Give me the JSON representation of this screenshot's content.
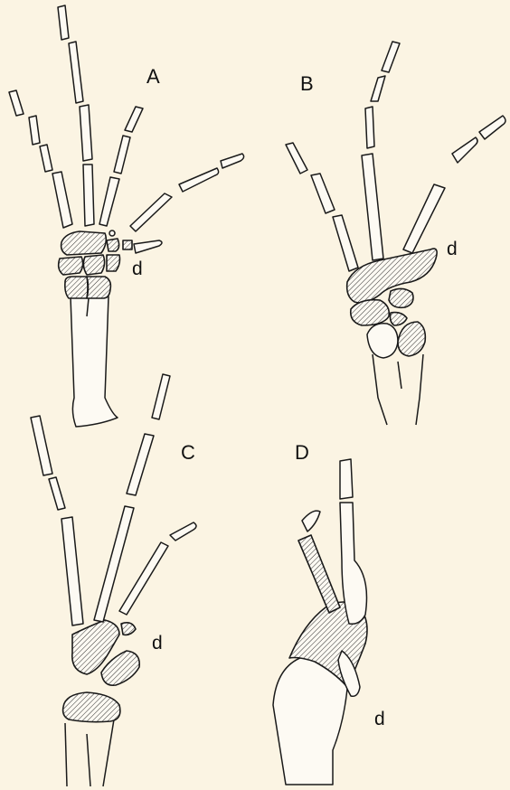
{
  "panels": [
    {
      "id": "A",
      "label": "A",
      "marker": "d"
    },
    {
      "id": "B",
      "label": "B",
      "marker": "d"
    },
    {
      "id": "C",
      "label": "C",
      "marker": "d"
    },
    {
      "id": "D",
      "label": "D",
      "marker": "d"
    }
  ],
  "colors": {
    "background": "#fbf4e3",
    "ink": "#1a1a1a"
  }
}
